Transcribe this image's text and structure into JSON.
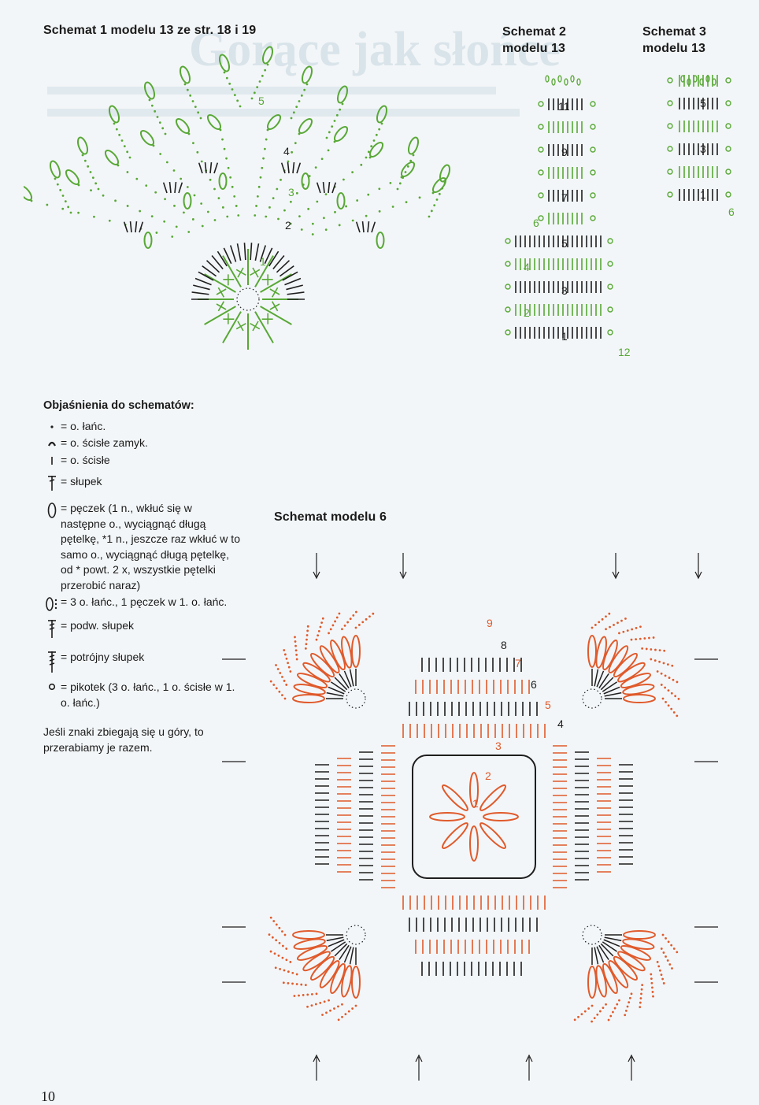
{
  "headings": {
    "schemat1": "Schemat 1 modelu 13 ze str. 18 i 19",
    "schemat2_line1": "Schemat 2",
    "schemat2_line2": "modelu 13",
    "schemat3_line1": "Schemat 3",
    "schemat3_line2": "modelu 13",
    "schemat6": "Schemat modelu 6",
    "background_title": "Gorące jak słońce"
  },
  "legend": {
    "title": "Objaśnienia do schematów:",
    "items": [
      {
        "icon": "chain-dot-icon",
        "text": "= o. łańc."
      },
      {
        "icon": "slip-stitch-icon",
        "text": "= o. ścisłe zamyk."
      },
      {
        "icon": "single-crochet-icon",
        "text": "= o. ścisłe"
      },
      {
        "icon": "double-crochet-icon",
        "text": "= słupek"
      },
      {
        "icon": "cluster-icon",
        "text": "= pęczek (1 n., wkłuć się w następne o., wyciągnąć długą pętelkę, *1 n., jeszcze raz wkłuć w to samo o., wyciągnąć długą pętelkę, od * powt. 2 x, wszystkie pętelki przerobić naraz)"
      },
      {
        "icon": "chain-cluster-icon",
        "text": "= 3 o. łańc., 1 pęczek w 1. o. łańc."
      },
      {
        "icon": "treble-crochet-icon",
        "text": "= podw. słupek"
      },
      {
        "icon": "triple-treble-icon",
        "text": "= potrójny słupek"
      },
      {
        "icon": "picot-icon",
        "text": "= pikotek (3 o. łańc., 1 o. ścisłe w 1. o. łańc.)"
      }
    ],
    "note": "Jeśli znaki zbiegają się u góry, to przerabiamy je razem."
  },
  "schemat1_rows": [
    "1",
    "2",
    "3",
    "4",
    "5"
  ],
  "schemat2_rows": [
    "1",
    "2",
    "3",
    "4",
    "5",
    "6",
    "7",
    "9",
    "11",
    "12"
  ],
  "schemat3_rows": [
    "1",
    "3",
    "5",
    "6"
  ],
  "schemat6_rows": [
    "1",
    "2",
    "3",
    "4",
    "5",
    "6",
    "7",
    "8",
    "9"
  ],
  "page_number": "10",
  "colors": {
    "black": "#1e1e1e",
    "green": "#58a836",
    "orange": "#e05a2b",
    "background": "#f3f6f8"
  }
}
